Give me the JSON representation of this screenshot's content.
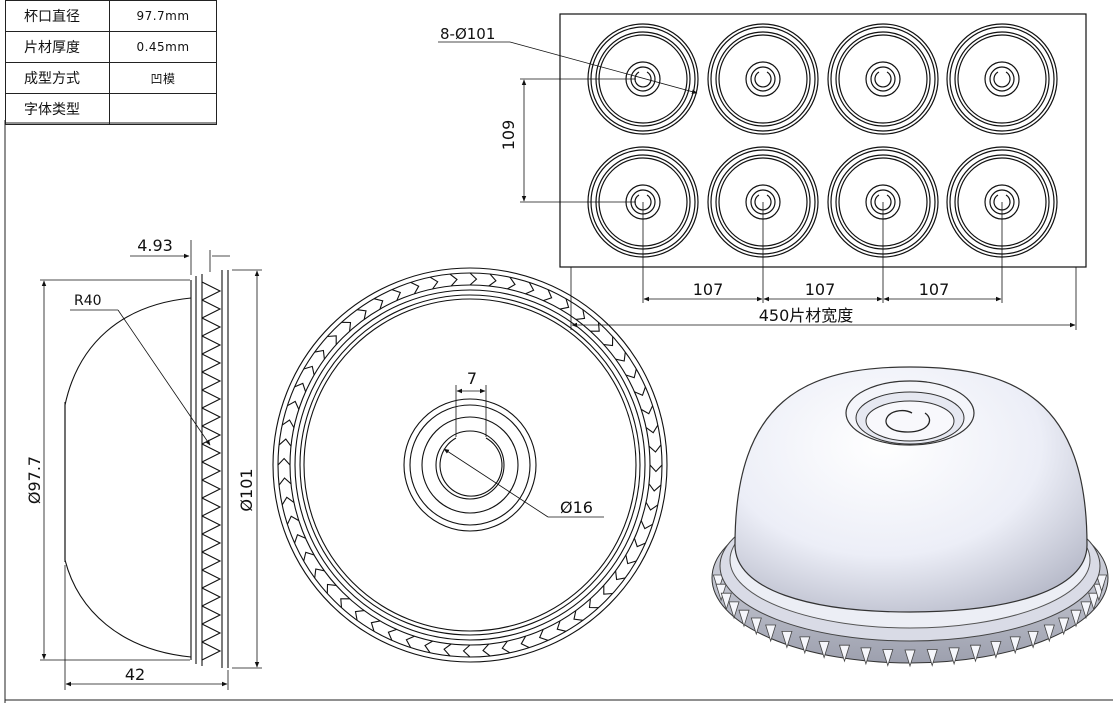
{
  "spec_table": [
    {
      "label": "杯口直径",
      "value": "97.7mm"
    },
    {
      "label": "片材厚度",
      "value": "0.45mm"
    },
    {
      "label": "成型方式",
      "value": "凹模"
    },
    {
      "label": "字体类型",
      "value": ""
    }
  ],
  "dimensions": {
    "mold_holes": "8-Ø101",
    "row_pitch": "109",
    "col_pitch_1": "107",
    "col_pitch_2": "107",
    "col_pitch_3": "107",
    "sheet_width": "450片材宽度",
    "flange_height": "4.93",
    "radius": "R40",
    "cup_mouth_dia": "Ø97.7",
    "outer_dia": "Ø101",
    "lid_height": "42",
    "slot_width": "7",
    "hole_dia": "Ø16"
  }
}
